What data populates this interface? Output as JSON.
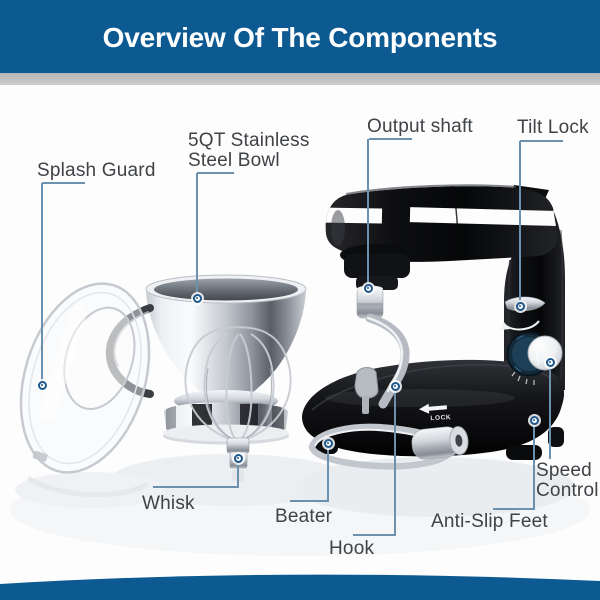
{
  "header": {
    "title": "Overview Of The Components"
  },
  "labels": {
    "splash_guard": "Splash Guard",
    "bowl": "5QT Stainless\nSteel Bowl",
    "output_shaft": "Output shaft",
    "tilt_lock": "Tilt Lock",
    "whisk": "Whisk",
    "beater": "Beater",
    "hook": "Hook",
    "anti_slip_feet": "Anti-Slip Feet",
    "speed_control": "Speed\nControl"
  },
  "product": {
    "lock_label": "LOCK"
  },
  "colors": {
    "banner_blue": "#0d5a92",
    "divider_gray": "#c2c2c2",
    "leader_line": "#6b91ae",
    "marker_ring": "#20588c",
    "label_text": "#3f4246",
    "mixer_body": "#0b0c0e",
    "chrome": "#c9cdd3"
  }
}
